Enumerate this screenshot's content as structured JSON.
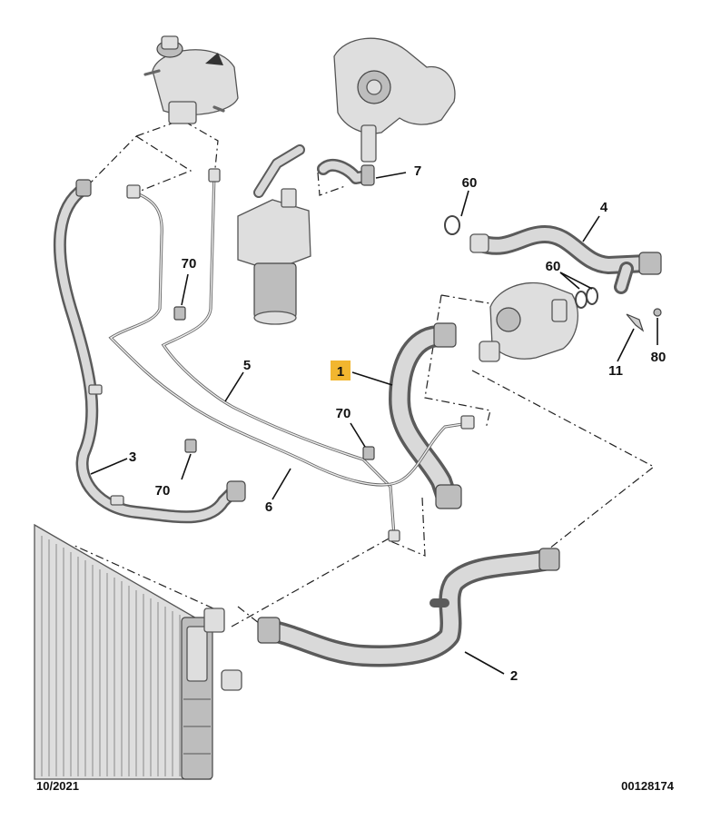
{
  "callouts": {
    "p1": "1",
    "p2": "2",
    "p3": "3",
    "p4": "4",
    "p5": "5",
    "p6": "6",
    "p7": "7",
    "p11": "11",
    "p60a": "60",
    "p60b": "60",
    "p70a": "70",
    "p70b": "70",
    "p70c": "70",
    "p80": "80"
  },
  "highlight_color": "#f2b62f",
  "footer": {
    "date": "10/2021",
    "reference": "00128174"
  }
}
